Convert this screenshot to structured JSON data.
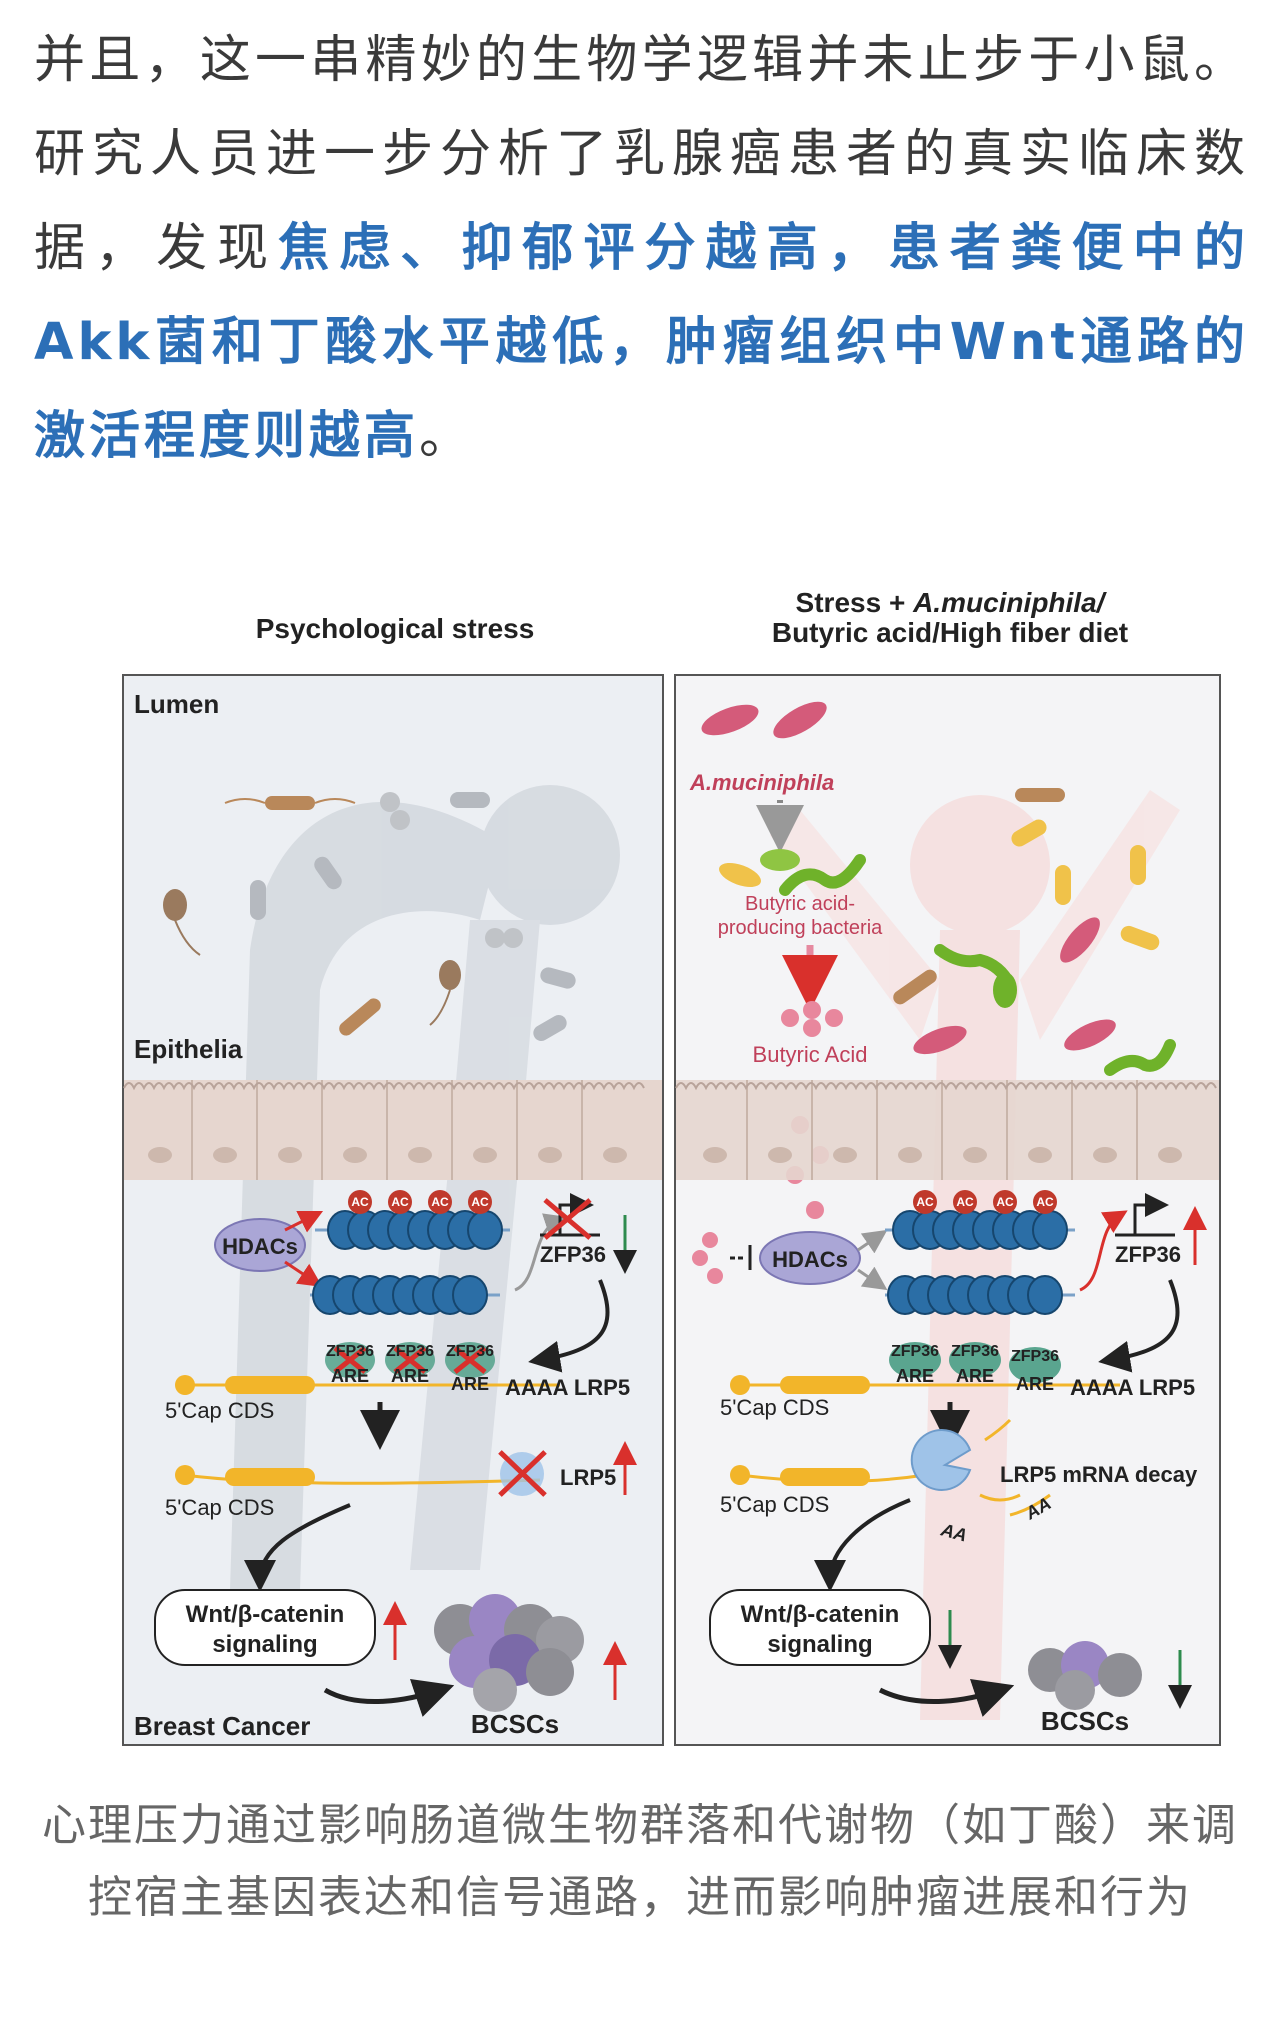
{
  "article": {
    "part1": "并且，这一串精妙的生物学逻辑并未止步于小鼠。研究人员进一步分析了乳腺癌患者的真实临床数据，发现",
    "highlight": "焦虑、抑郁评分越高，患者粪便中的Akk菌和丁酸水平越低，肿瘤组织中Wnt通路的激活程度则越高",
    "part2": "。"
  },
  "figure": {
    "left_title": "Psychological stress",
    "right_title_line1_a": "Stress + ",
    "right_title_line1_b": "A.muciniphila/",
    "right_title_line2": "Butyric acid/High fiber diet",
    "left": {
      "lumen": "Lumen",
      "epithelia": "Epithelia",
      "hdacs": "HDACs",
      "zfp36": "ZFP36",
      "ac": "AC",
      "zfp36_small": "ZFP36",
      "are": "ARE",
      "aaaa_lrp5": "AAAA LRP5",
      "cap_cds_1": "5'Cap CDS",
      "cap_cds_2": "5'Cap CDS",
      "lrp5": "LRP5",
      "wnt_line1": "Wnt/β-catenin",
      "wnt_line2": "signaling",
      "bcscs": "BCSCs",
      "breast_cancer": "Breast Cancer"
    },
    "right": {
      "akk": "A.muciniphila",
      "butyric_bact_line1": "Butyric acid-",
      "butyric_bact_line2": "producing bacteria",
      "butyric_acid": "Butyric Acid",
      "hdacs": "HDACs",
      "zfp36": "ZFP36",
      "ac": "AC",
      "zfp36_small": "ZFP36",
      "are": "ARE",
      "aaaa_lrp5": "AAAA LRP5",
      "cap_cds_1": "5'Cap CDS",
      "cap_cds_2": "5'Cap CDS",
      "decay": "LRP5 mRNA decay",
      "aa": "AA",
      "wnt_line1": "Wnt/β-catenin",
      "wnt_line2": "signaling",
      "bcscs": "BCSCs"
    }
  },
  "caption": "心理压力通过影响肠道微生物群落和代谢物（如丁酸）来调控宿主基因表达和信号通路，进而影响肿瘤进展和行为",
  "colors": {
    "highlight_text": "#2c6fb7",
    "panel_left_bg": "#eceff3",
    "panel_right_bg": "#f4f4f6",
    "epithelium": "#e6d6cf",
    "up_arrow": "#d9302c",
    "down_arrow": "#2e8b4e",
    "akk_label": "#c0405a"
  }
}
